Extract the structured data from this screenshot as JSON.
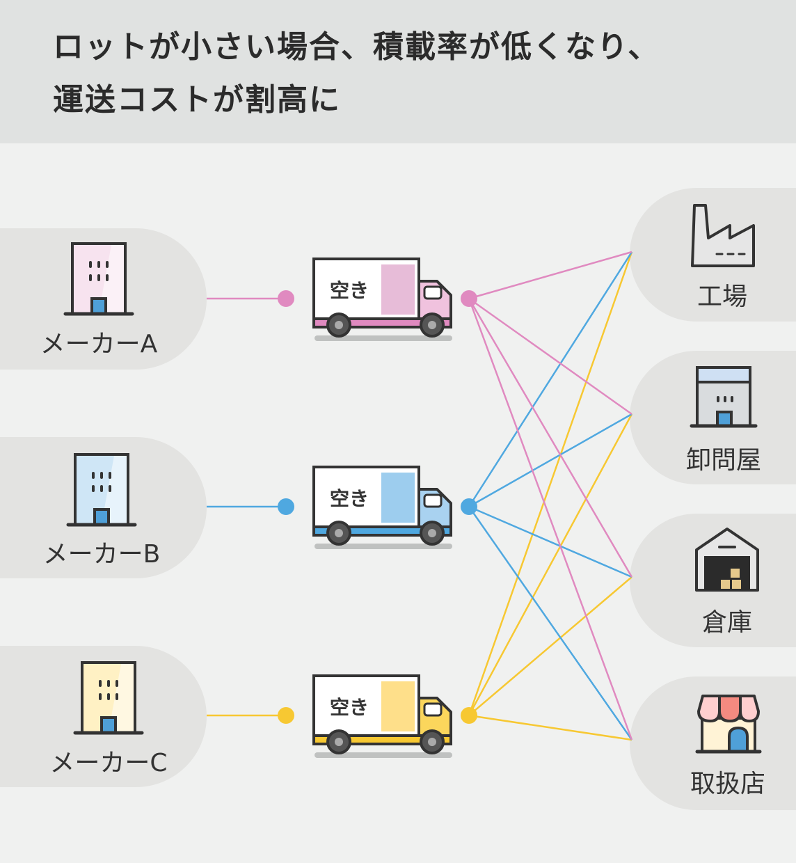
{
  "title": {
    "line1": "ロットが小さい場合、積載率が低くなり、",
    "line2": "運送コストが割高に"
  },
  "makers": [
    {
      "label": "メーカーA",
      "color": "#e08ac0",
      "fill": "#f7e3ef"
    },
    {
      "label": "メーカーB",
      "color": "#4fa8e0",
      "fill": "#cfe6f6"
    },
    {
      "label": "メーカーC",
      "color": "#f7c832",
      "fill": "#fff1c4"
    }
  ],
  "trucks": [
    {
      "cargo_label": "空き",
      "color": "#e08ac0",
      "panel": "#e7bcd8"
    },
    {
      "cargo_label": "空き",
      "color": "#4fa8e0",
      "panel": "#9dcdee"
    },
    {
      "cargo_label": "空き",
      "color": "#f7c832",
      "panel": "#fedf8a"
    }
  ],
  "destinations": [
    {
      "label": "工場",
      "icon": "factory-icon"
    },
    {
      "label": "卸問屋",
      "icon": "wholesaler-icon"
    },
    {
      "label": "倉庫",
      "icon": "warehouse-icon"
    },
    {
      "label": "取扱店",
      "icon": "shop-icon"
    }
  ]
}
